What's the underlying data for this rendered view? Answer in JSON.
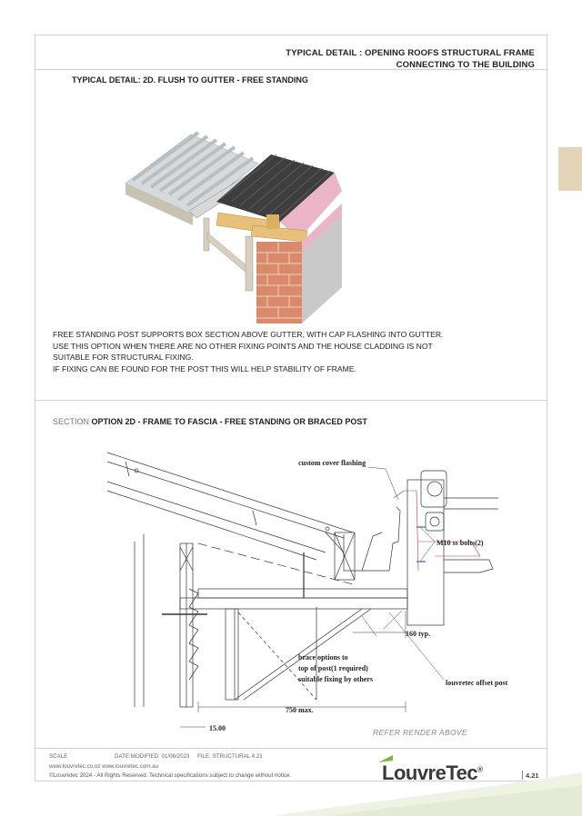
{
  "header": {
    "line1": "TYPICAL DETAIL :  OPENING ROOFS STRUCTURAL FRAME",
    "line2": "CONNECTING TO THE BUILDING"
  },
  "detail_title": "TYPICAL DETAIL:  2D. FLUSH TO GUTTER - FREE STANDING",
  "description": [
    "FREE STANDING POST SUPPORTS BOX SECTION ABOVE GUTTER, WITH CAP FLASHING INTO GUTTER.",
    "USE THIS OPTION WHEN THERE ARE NO OTHER FIXING POINTS AND THE HOUSE CLADDING IS NOT",
    "SUITABLE FOR STRUCTURAL FIXING.",
    "IF FIXING CAN BE FOUND FOR THE POST THIS WILL HELP STABILITY OF FRAME."
  ],
  "section": {
    "prefix": "SECTION ",
    "title": "OPTION 2D - FRAME TO FASCIA - FREE STANDING OR BRACED POST"
  },
  "drawing_labels": {
    "flashing": "custom cover flashing",
    "bolts": "M10 ss bolts(2)",
    "typ": "160 typ.",
    "brace1": "brace options to",
    "brace2": "top of post(1 required)",
    "brace3": "suitable fixing by others",
    "post": "louvretec offset post",
    "max": "750 max.",
    "level": "15.00"
  },
  "refer_note": "REFER RENDER ABOVE",
  "footer": {
    "scale_label": "SCALE",
    "date_label": "DATE MODIFIED: 01/06/2023",
    "file_label": "FILE: STRUCTURAL 4.21",
    "websites": "www.louvretec.co.nz    www.louvretec.com.au",
    "copyright": "©Louvretec 2024 - All Rights Reserved. Technical specifications subject to change without notice.",
    "page_number": "4.21"
  },
  "logo": {
    "text": "LouvreTec",
    "mark": "®",
    "accent_color": "#7ab648"
  },
  "colors": {
    "tab": "#e4d5b8",
    "insulation": "#e9b5c7",
    "brick": "#d98a6a",
    "timber": "#e8c07a",
    "roof": "#4a4a4a"
  }
}
